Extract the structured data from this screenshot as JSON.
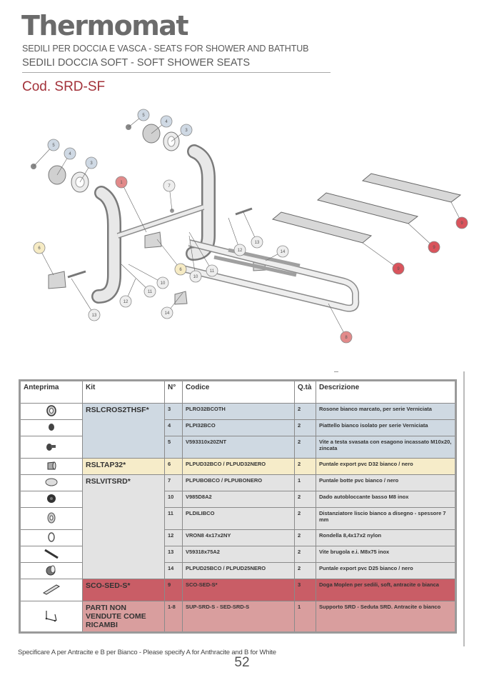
{
  "header": {
    "brand": "Thermomat",
    "subtitle1": "SEDILI PER DOCCIA E VASCA - SEATS FOR SHOWER AND BATHTUB",
    "subtitle2": "SEDILI DOCCIA SOFT - SOFT SHOWER SEATS",
    "code": "Cod.  SRD-SF"
  },
  "diagram": {
    "callouts": [
      {
        "n": "5",
        "group": "blue"
      },
      {
        "n": "4",
        "group": "blue"
      },
      {
        "n": "3",
        "group": "blue"
      },
      {
        "n": "5",
        "group": "blue"
      },
      {
        "n": "4",
        "group": "blue"
      },
      {
        "n": "3",
        "group": "blue"
      },
      {
        "n": "1",
        "group": "pink"
      },
      {
        "n": "7",
        "group": "grey"
      },
      {
        "n": "6",
        "group": "yellow"
      },
      {
        "n": "6",
        "group": "yellow"
      },
      {
        "n": "10",
        "group": "grey"
      },
      {
        "n": "11",
        "group": "grey"
      },
      {
        "n": "10",
        "group": "grey"
      },
      {
        "n": "11",
        "group": "grey"
      },
      {
        "n": "12",
        "group": "grey"
      },
      {
        "n": "13",
        "group": "grey"
      },
      {
        "n": "12",
        "group": "grey"
      },
      {
        "n": "13",
        "group": "grey"
      },
      {
        "n": "14",
        "group": "grey"
      },
      {
        "n": "14",
        "group": "grey"
      },
      {
        "n": "9",
        "group": "red"
      },
      {
        "n": "9",
        "group": "red"
      },
      {
        "n": "9",
        "group": "red"
      },
      {
        "n": "8",
        "group": "pink"
      }
    ],
    "colors": {
      "blue": "#cfd9e4",
      "pink": "#e28a8a",
      "grey": "#eeeeee",
      "yellow": "#f6ebc4",
      "red": "#d9545c"
    }
  },
  "table": {
    "headers": {
      "preview": "Anteprima",
      "kit": "Kit",
      "num": "N°",
      "code": "Codice",
      "qty": "Q.tà",
      "desc": "Descrizione"
    },
    "kits": [
      {
        "name": "RSLCROS2THSF*",
        "color": "blue",
        "rows": [
          {
            "preview": "ring-icon",
            "num": "3",
            "code": "PLRO32BCOTH",
            "qty": "2",
            "desc": "Rosone bianco marcato, per serie Verniciata"
          },
          {
            "preview": "disc-icon",
            "num": "4",
            "code": "PLPI32BCO",
            "qty": "2",
            "desc": "Piattello bianco isolato per serie Verniciata"
          },
          {
            "preview": "screw-icon",
            "num": "5",
            "code": "V593310x20ZNT",
            "qty": "2",
            "desc": "Vite a testa svasata con esagono incassato M10x20, zincata"
          }
        ]
      },
      {
        "name": "RSLTAP32*",
        "color": "yellow",
        "rows": [
          {
            "preview": "end-cap-icon",
            "num": "6",
            "code": "PLPUD32BCO / PLPUD32NERO",
            "qty": "2",
            "desc": "Puntale export pvc D32 bianco / nero"
          }
        ]
      },
      {
        "name": "RSLVITSRD*",
        "color": "grey",
        "rows": [
          {
            "preview": "dome-cap-icon",
            "num": "7",
            "code": "PLPUBOBCO / PLPUBONERO",
            "qty": "1",
            "desc": "Puntale botte pvc bianco / nero"
          },
          {
            "preview": "nut-icon",
            "num": "10",
            "code": "V985D8A2",
            "qty": "2",
            "desc": "Dado autobloccante basso M8 inox"
          },
          {
            "preview": "spacer-icon",
            "num": "11",
            "code": "PLDILIBCO",
            "qty": "2",
            "desc": "Distanziatore liscio bianco a disegno - spessore 7 mm"
          },
          {
            "preview": "washer-icon",
            "num": "12",
            "code": "VRON8 4x17x2NY",
            "qty": "2",
            "desc": "Rondella 8,4x17x2 nylon"
          },
          {
            "preview": "bolt-icon",
            "num": "13",
            "code": "V59318x75A2",
            "qty": "2",
            "desc": "Vite brugola e.i. M8x75 inox"
          },
          {
            "preview": "end-cap-small-icon",
            "num": "14",
            "code": "PLPUD25BCO / PLPUD25NERO",
            "qty": "2",
            "desc": "Puntale export pvc D25 bianco / nero"
          }
        ]
      },
      {
        "name": "SCO-SED-S*",
        "color": "red",
        "rows": [
          {
            "preview": "seat-slat-icon",
            "num": "9",
            "code": "SCO-SED-S*",
            "qty": "3",
            "desc": "Doga Moplen per sedili, soft, antracite o bianca"
          }
        ]
      },
      {
        "name": "PARTI NON VENDUTE COME RICAMBI",
        "color": "pink",
        "rows": [
          {
            "preview": "frame-icon",
            "num": "1-8",
            "code": "SUP-SRD-S - SED-SRD-S",
            "qty": "1",
            "desc": "Supporto SRD - Seduta SRD. Antracite o bianco"
          }
        ]
      }
    ]
  },
  "footer": {
    "note": "Specificare A per Antracite e B per Bianco - Please specify A for Anthracite and B for White",
    "page": "52"
  }
}
